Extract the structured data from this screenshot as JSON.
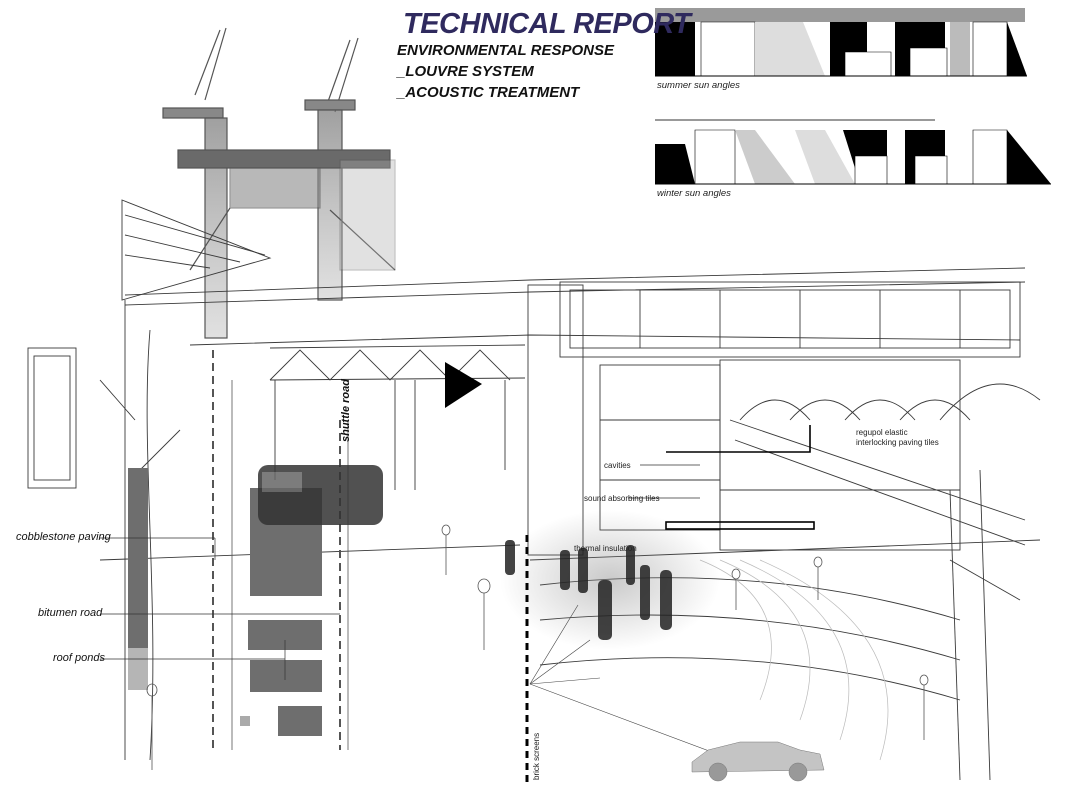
{
  "report": {
    "title": "TECHNICAL REPORT",
    "lines": [
      "ENVIRONMENTAL RESPONSE",
      "_LOUVRE SYSTEM",
      "_ACOUSTIC TREATMENT"
    ]
  },
  "diagrams": {
    "summer_caption": "summer sun angles",
    "winter_caption": "winter sun angles"
  },
  "plan_labels": {
    "cobblestone": "cobblestone paving",
    "bitumen": "bitumen road",
    "roof_ponds": "roof ponds",
    "shuttle_road": "shuttle road"
  },
  "annotations": {
    "regupol": "regupol elastic\ninterlocking paving tiles",
    "cavities": "cavities",
    "sound_tiles": "sound absorbing tiles",
    "thermal": "thermal insulation",
    "brick_screens": "brick screens"
  },
  "colors": {
    "title": "#2f2a5e",
    "plan_block": "#6e6e6e",
    "sketch_line": "#3a3a3a"
  }
}
